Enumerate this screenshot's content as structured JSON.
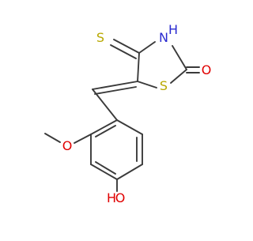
{
  "molecule": {
    "atoms": {
      "thione_s": "S",
      "ring_s": "S",
      "ring_n": "N",
      "ring_nh_h": "H",
      "carbonyl_o": "O",
      "methoxy_o": "O",
      "hydroxyl_o": "O",
      "hydroxyl_h": "H"
    },
    "colors": {
      "sulfur": "#b8a800",
      "oxygen": "#e00000",
      "nitrogen": "#2a2ad0",
      "bond": "#3a3a3a"
    }
  }
}
